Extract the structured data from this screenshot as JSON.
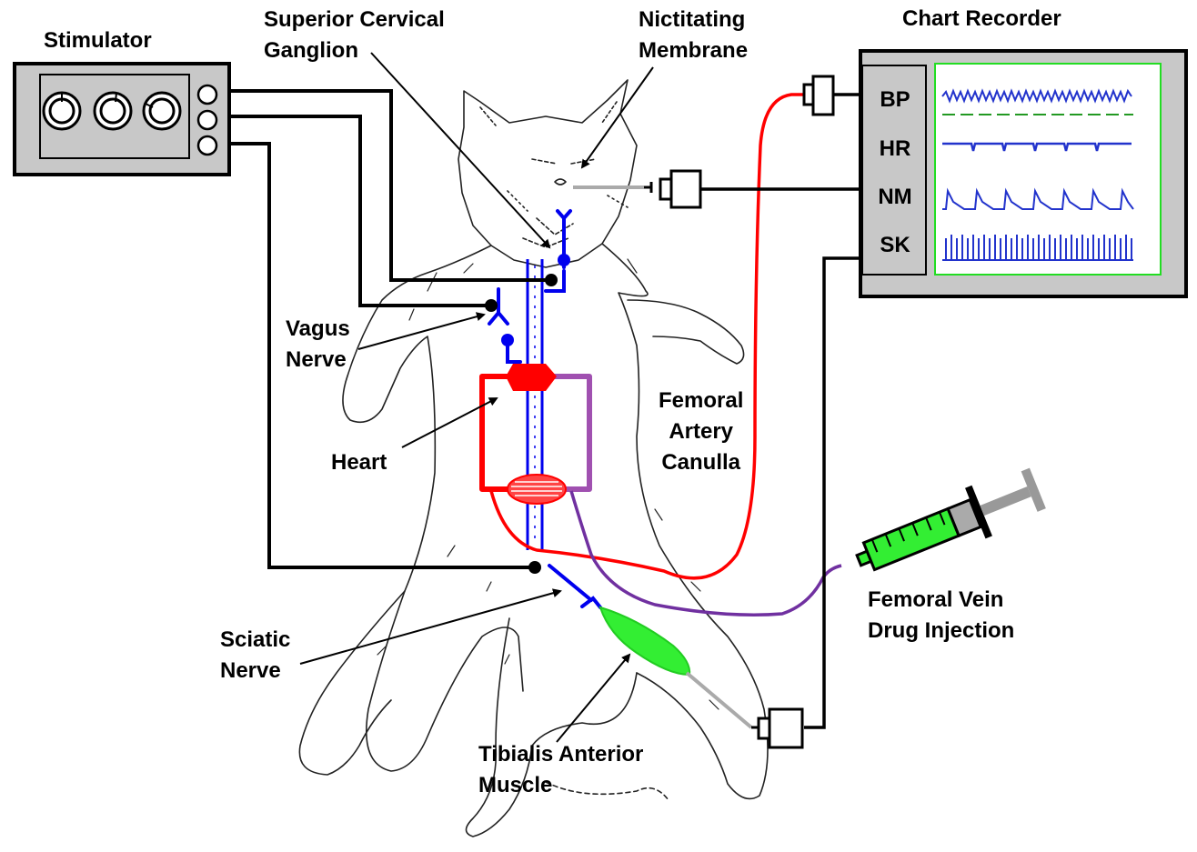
{
  "colors": {
    "wire": "#000000",
    "nerve": "#0000ee",
    "artery": "#ff0000",
    "vein": "#7030a0",
    "muscle": "#33ee33",
    "trace": "#2233cc",
    "screen_border": "#22dd22",
    "device_gray": "#c8c8c8",
    "lead_gray": "#aaaaaa"
  },
  "labels": {
    "stimulator": "Stimulator",
    "chart_recorder": "Chart Recorder",
    "scg_line1": "Superior Cervical",
    "scg_line2": "Ganglion",
    "nm_line1": "Nictitating",
    "nm_line2": "Membrane",
    "vagus_line1": "Vagus",
    "vagus_line2": "Nerve",
    "heart": "Heart",
    "femoral_artery_line1": "Femoral",
    "femoral_artery_line2": "Artery",
    "femoral_artery_line3": "Canulla",
    "femoral_vein_line1": "Femoral Vein",
    "femoral_vein_line2": "Drug Injection",
    "sciatic_line1": "Sciatic",
    "sciatic_line2": "Nerve",
    "tibialis_line1": "Tibialis Anterior",
    "tibialis_line2": "Muscle"
  },
  "recorder": {
    "channels": [
      "BP",
      "HR",
      "NM",
      "SK"
    ]
  },
  "icons": {
    "stimulator_knobs": "dial-knob-icon",
    "stimulator_outputs": "output-socket-icon",
    "transducer": "transducer-plug-icon",
    "syringe": "syringe-icon",
    "subject": "cat-outline-icon"
  }
}
